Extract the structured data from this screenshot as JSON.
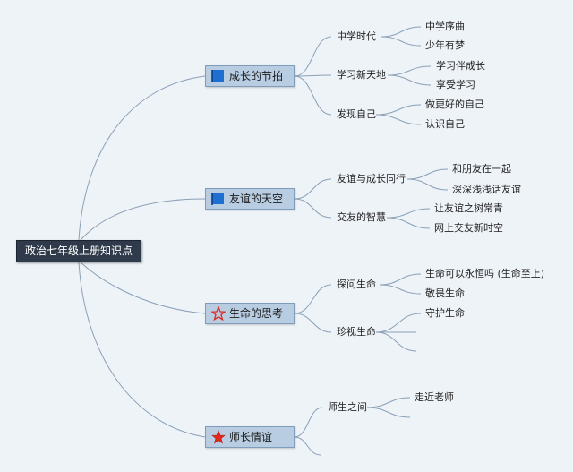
{
  "root": {
    "label": "政治七年级上册知识点"
  },
  "branches": [
    {
      "label": "成长的节拍",
      "icon": "blue-flag-icon",
      "subs": [
        {
          "label": "中学时代",
          "leaves": [
            "中学序曲",
            "少年有梦"
          ]
        },
        {
          "label": "学习新天地",
          "leaves": [
            "学习伴成长",
            "享受学习"
          ]
        },
        {
          "label": "发现自己",
          "leaves": [
            "做更好的自己",
            "认识自己"
          ]
        }
      ]
    },
    {
      "label": "友谊的天空",
      "icon": "blue-flag-icon",
      "subs": [
        {
          "label": "友谊与成长同行",
          "leaves": [
            "和朋友在一起",
            "深深浅浅话友谊"
          ]
        },
        {
          "label": "交友的智慧",
          "leaves": [
            "让友谊之树常青",
            "网上交友新时空"
          ]
        }
      ]
    },
    {
      "label": "生命的思考",
      "icon": "red-star-outline-icon",
      "subs": [
        {
          "label": "探问生命",
          "leaves": [
            "生命可以永恒吗 (生命至上)",
            "敬畏生命"
          ]
        },
        {
          "label": "珍视生命",
          "leaves": [
            "守护生命",
            ""
          ]
        }
      ]
    },
    {
      "label": "师长情谊",
      "icon": "red-star-icon",
      "subs": [
        {
          "label": "师生之间",
          "leaves": [
            "走近老师"
          ]
        }
      ]
    }
  ],
  "colors": {
    "line": "#8aa0b6",
    "root_bg": "#2f3a4a",
    "node_bg": "#b8cde2",
    "flag": "#1e6fd0",
    "star": "#e0281e"
  }
}
